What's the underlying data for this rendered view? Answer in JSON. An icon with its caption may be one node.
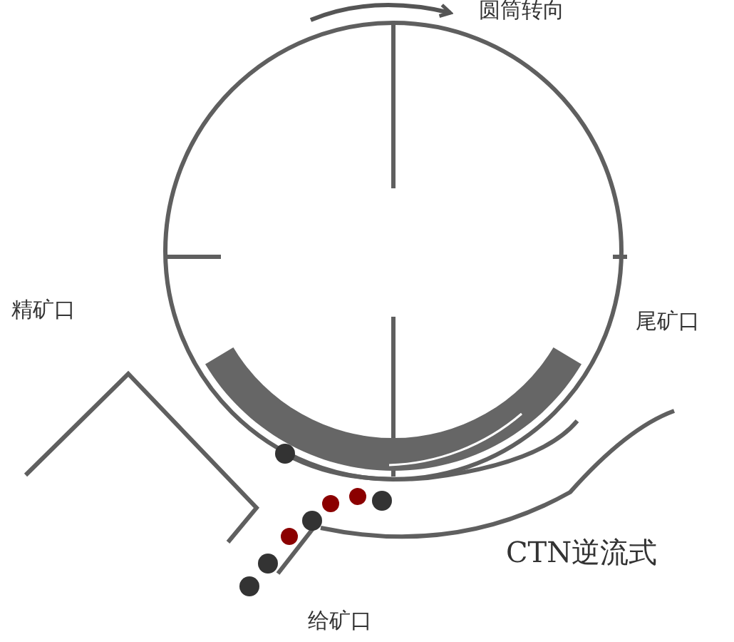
{
  "diagram": {
    "labels": [
      "圆筒转向",
      "精矿口",
      "尾矿口",
      "CTN逆流式",
      "给矿口"
    ]
  }
}
